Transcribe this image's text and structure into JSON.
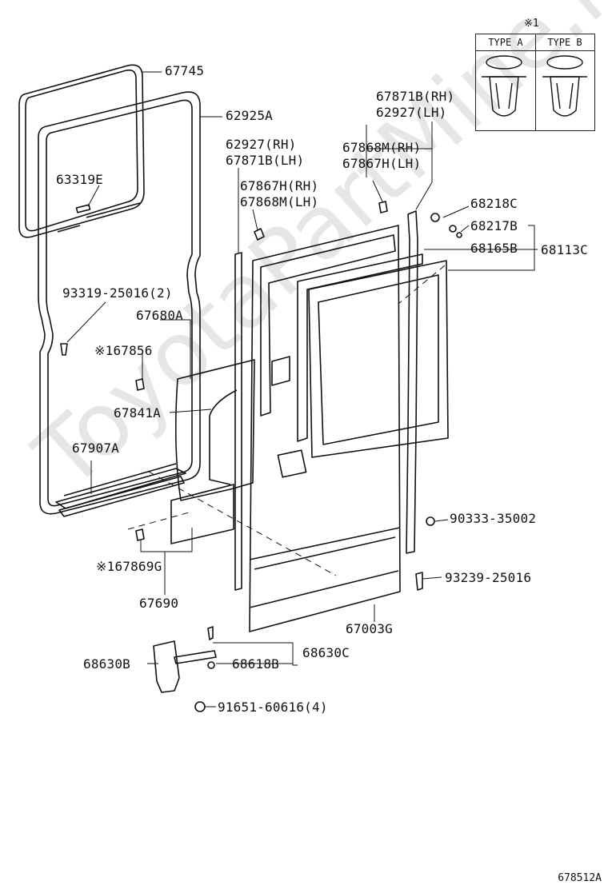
{
  "watermark": "ToyotaPartMine.ru",
  "footer_code": "678512A",
  "legend": {
    "mark": "※1",
    "type_a": "TYPE A",
    "type_b": "TYPE B"
  },
  "parts": {
    "p67745": "67745",
    "p62925A": "62925A",
    "p63319E": "63319E",
    "p93319": "93319-25016(2)",
    "p67680A": "67680A",
    "p67856": "※167856",
    "p67841A": "67841A",
    "p67907A": "67907A",
    "p67869G": "※167869G",
    "p67690": "67690",
    "p62927rh": "62927(RH)",
    "p67871Blh": "67871B(LH)",
    "p67867Hrh": "67867H(RH)",
    "p67868Mlh": "67868M(LH)",
    "p67871Brh": "67871B(RH)",
    "p62927lh": "62927(LH)",
    "p67868Mrh": "67868M(RH)",
    "p67867Hlh": "67867H(LH)",
    "p68218C": "68218C",
    "p68217B": "68217B",
    "p68165B": "68165B",
    "p68113C": "68113C",
    "p90333": "90333-35002",
    "p93239": "93239-25016",
    "p67003G": "67003G",
    "p68630B": "68630B",
    "p68618B": "68618B",
    "p68630C": "68630C",
    "p91651": "91651-60616(4)"
  }
}
